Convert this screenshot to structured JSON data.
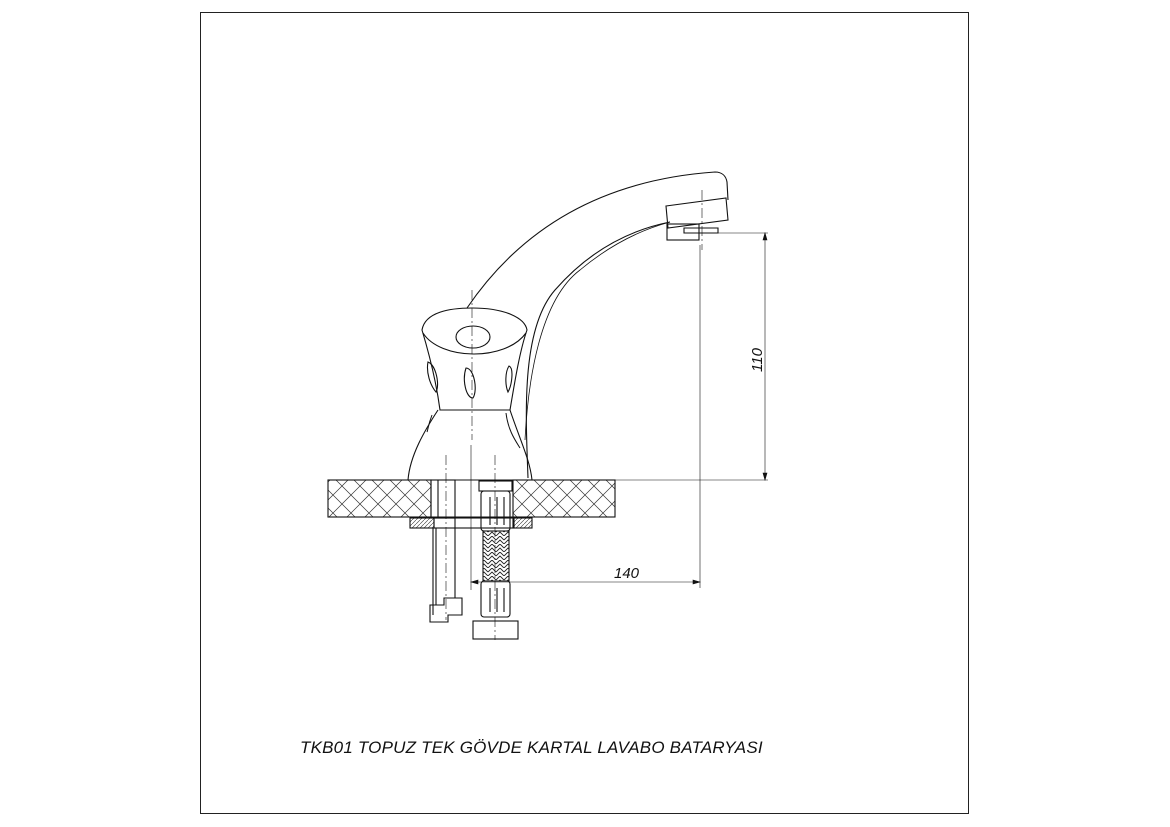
{
  "drawing": {
    "title": "TKB01 TOPUZ TEK GÖVDE KARTAL LAVABO BATARYASI",
    "dimensions": {
      "height_label": "110",
      "reach_label": "140"
    }
  }
}
